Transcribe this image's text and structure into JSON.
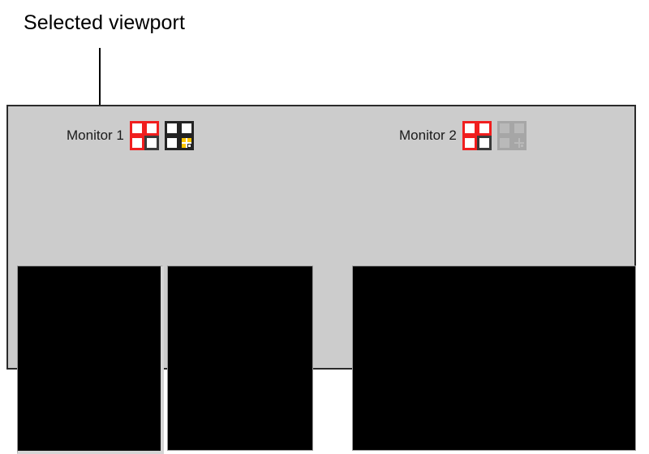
{
  "annotation": {
    "label": "Selected viewport",
    "leader_line_color": "#000000",
    "leader_line_color_over_viewport": "#ffffff"
  },
  "panel": {
    "background_color": "#cccccc",
    "border_color": "#2b2b2b"
  },
  "monitors": [
    {
      "id": "monitor-1",
      "label": "Monitor 1",
      "icons": [
        {
          "name": "quad-layout-icon",
          "type": "quad",
          "enabled": true,
          "accent_color": "#f01e1e",
          "cells": [
            "accent",
            "accent",
            "accent",
            "dark"
          ]
        },
        {
          "name": "nested-quad-layout-icon",
          "type": "nested",
          "enabled": true,
          "accent_color": "#ffc800",
          "cells": [
            "plain",
            "plain",
            "plain",
            "subdivided"
          ],
          "subcells": [
            "accent",
            "accent",
            "accent",
            "plain"
          ]
        }
      ],
      "viewports": [
        {
          "name": "viewport-m1-a",
          "color": "#000000",
          "selected": true
        },
        {
          "name": "viewport-m1-b",
          "color": "#000000",
          "selected": false
        }
      ]
    },
    {
      "id": "monitor-2",
      "label": "Monitor 2",
      "icons": [
        {
          "name": "quad-layout-icon",
          "type": "quad",
          "enabled": true,
          "accent_color": "#f01e1e",
          "cells": [
            "accent",
            "accent",
            "accent",
            "dark"
          ]
        },
        {
          "name": "nested-quad-layout-icon",
          "type": "nested",
          "enabled": false,
          "accent_color": "#a6a6a6",
          "cells": [
            "plain",
            "plain",
            "plain",
            "subdivided"
          ],
          "subcells": [
            "accent",
            "accent",
            "accent",
            "plain"
          ]
        }
      ],
      "viewports": [
        {
          "name": "viewport-m2-a",
          "color": "#000000",
          "selected": false
        }
      ]
    }
  ]
}
